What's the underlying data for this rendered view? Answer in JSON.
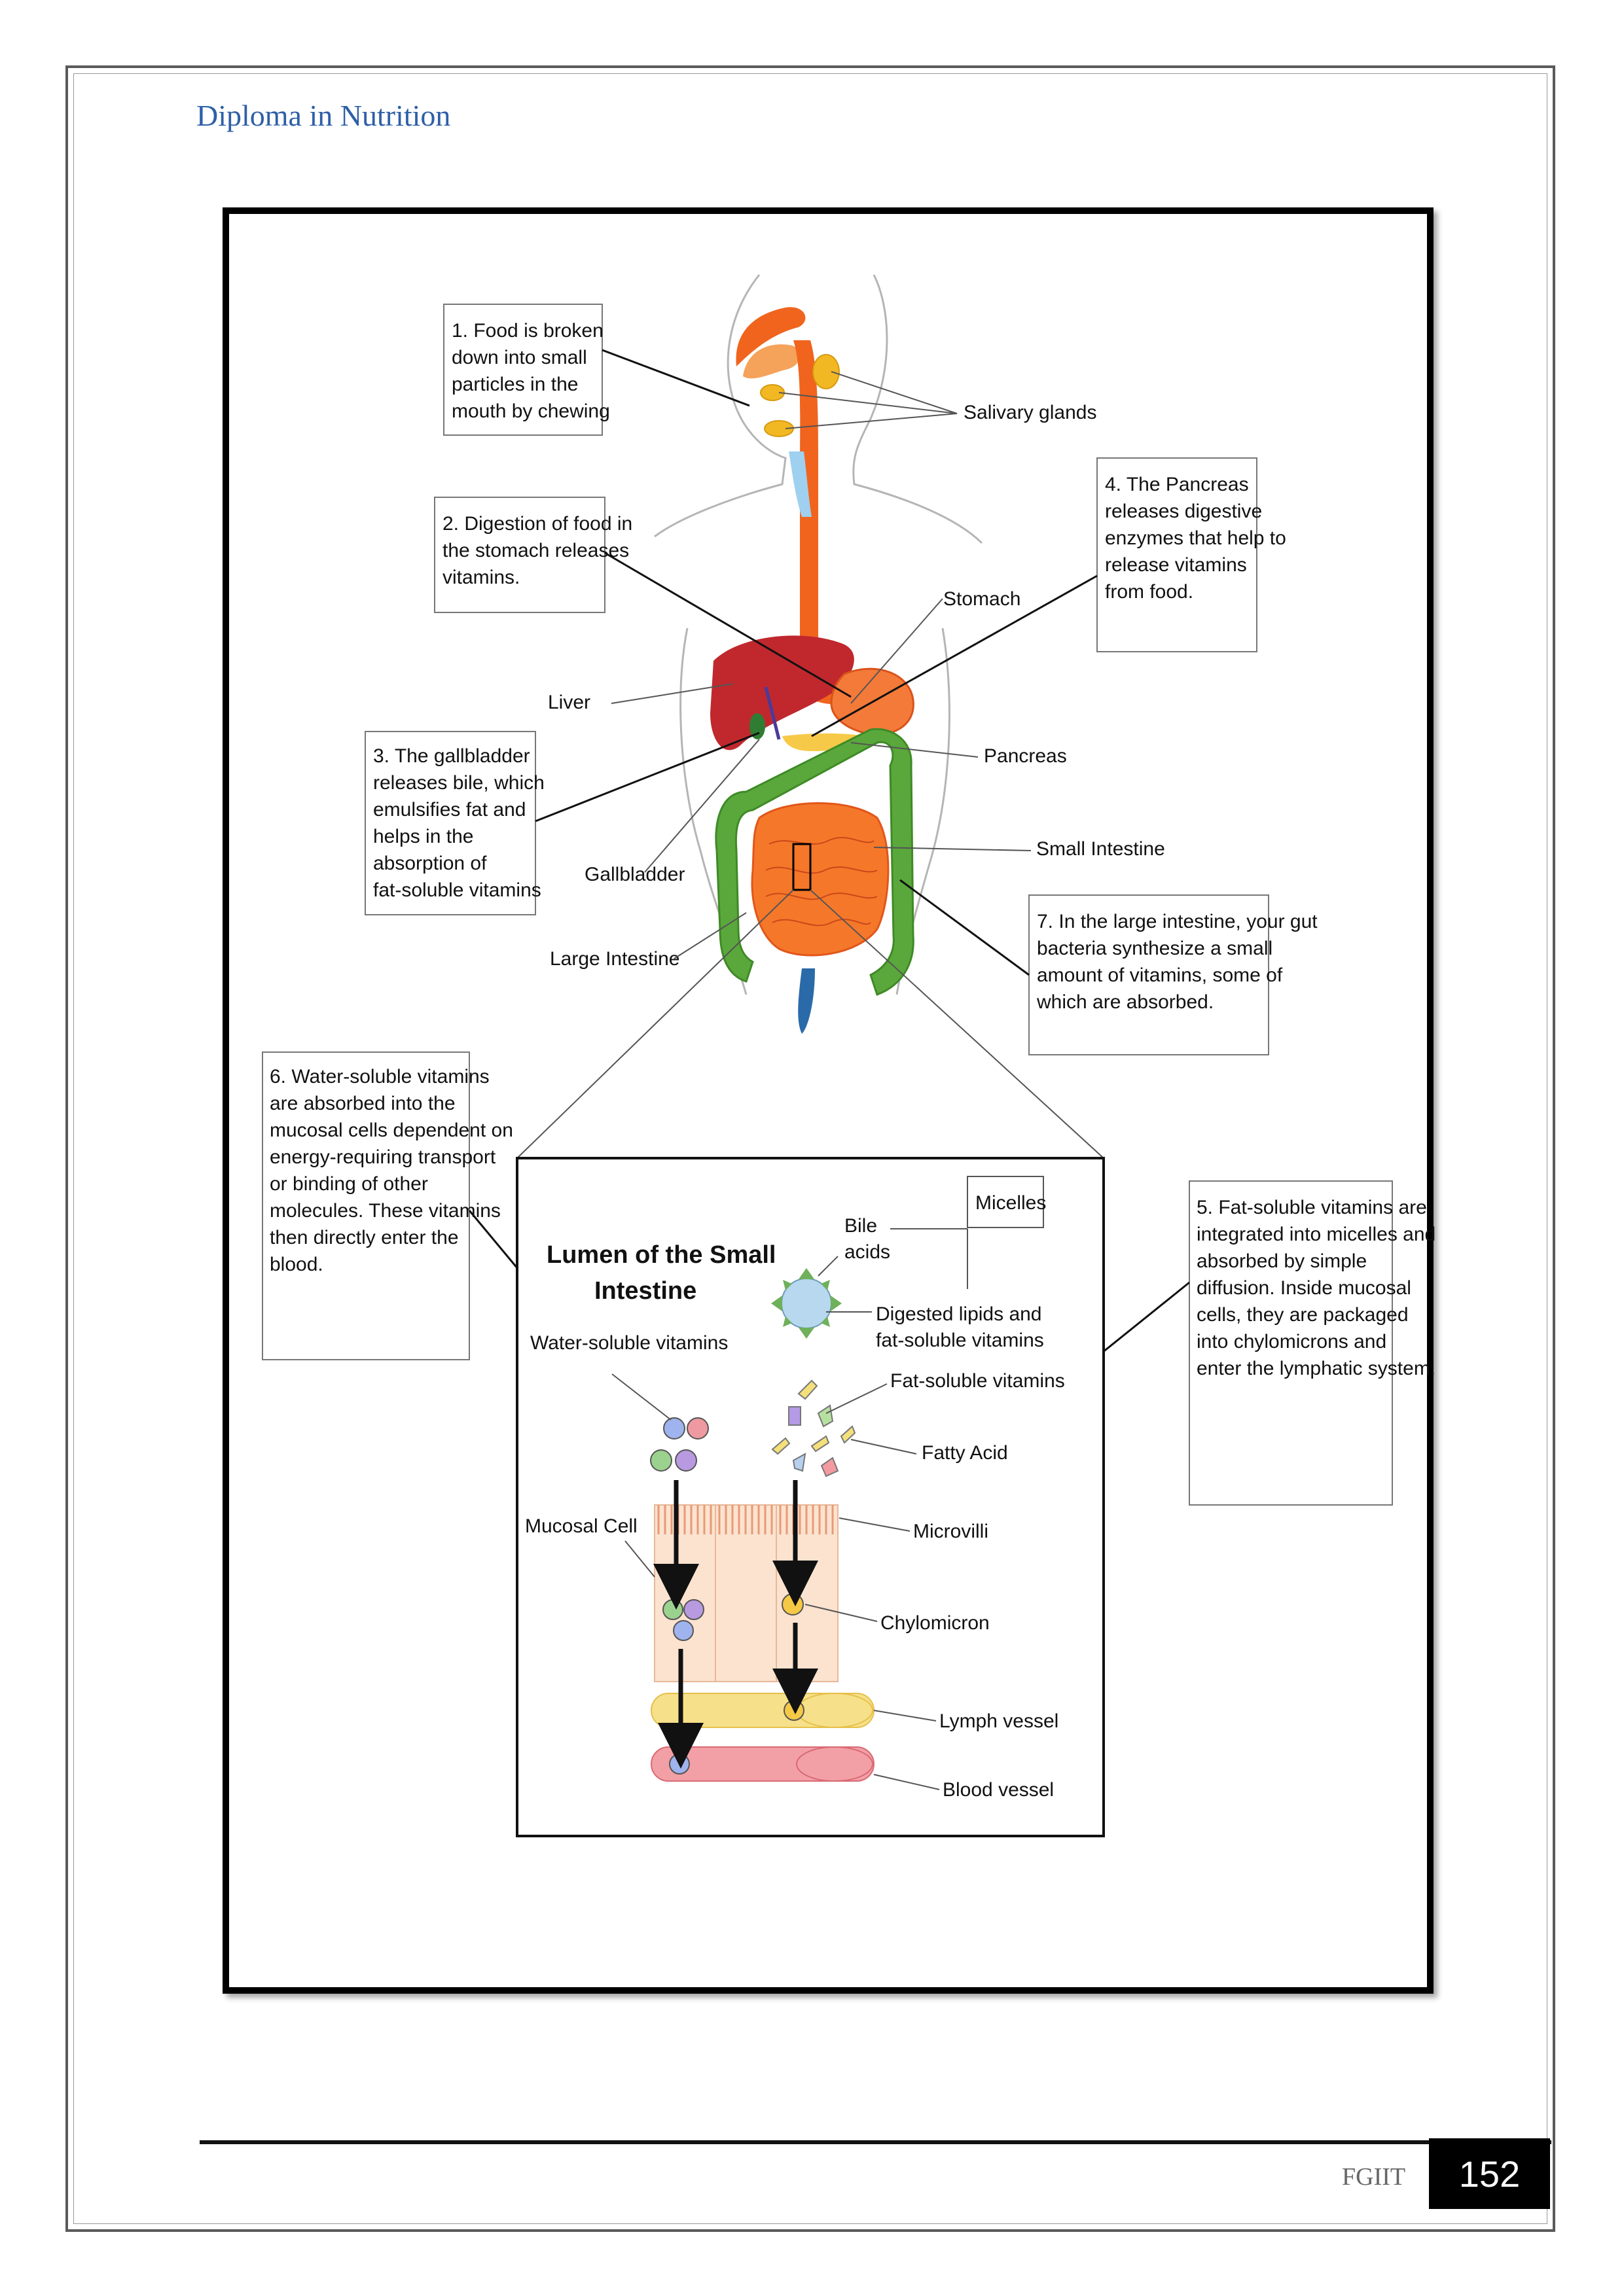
{
  "header": {
    "title": "Diploma in Nutrition"
  },
  "footer": {
    "org": "FGIIT",
    "page_number": "152"
  },
  "diagram": {
    "callouts": {
      "c1": [
        "1. Food is broken",
        "down into small",
        "particles in the",
        "mouth by chewing"
      ],
      "c2": [
        "2. Digestion of food in",
        "the stomach releases",
        "vitamins."
      ],
      "c3": [
        "3. The gallbladder",
        "releases bile, which",
        "emulsifies fat and",
        "helps in the",
        "absorption of",
        "fat-soluble vitamins"
      ],
      "c4": [
        "4. The Pancreas",
        "releases digestive",
        "enzymes that help to",
        "release vitamins",
        "from food."
      ],
      "c5": [
        "5. Fat-soluble vitamins are",
        "integrated into micelles and",
        "absorbed by simple",
        "diffusion.  Inside mucosal",
        "cells, they are packaged",
        "into chylomicrons and",
        "enter the lymphatic system."
      ],
      "c6": [
        "6. Water-soluble vitamins",
        "are absorbed into the",
        "mucosal cells dependent on",
        "energy-requiring transport",
        "or binding of other",
        "molecules. These vitamins",
        "then directly enter the",
        "blood."
      ],
      "c7": [
        "7. In the large intestine, your gut",
        "bacteria synthesize a small",
        "amount of vitamins, some of",
        "which are absorbed."
      ]
    },
    "organ_labels": {
      "salivary_glands": "Salivary glands",
      "stomach": "Stomach",
      "liver": "Liver",
      "pancreas": "Pancreas",
      "small_intestine": "Small Intestine",
      "gallbladder": "Gallbladder",
      "large_intestine": "Large Intestine"
    },
    "inset": {
      "title_line1": "Lumen of the Small",
      "title_line2": "Intestine",
      "micelles": "Micelles",
      "bile_line1": "Bile",
      "bile_line2": "acids",
      "digested_line1": "Digested lipids and",
      "digested_line2": "fat-soluble vitamins",
      "water_soluble": "Water-soluble vitamins",
      "fat_soluble": "Fat-soluble vitamins",
      "fatty_acid": "Fatty Acid",
      "mucosal_cell": "Mucosal Cell",
      "microvilli": "Microvilli",
      "chylomicron": "Chylomicron",
      "lymph_vessel": "Lymph vessel",
      "blood_vessel": "Blood vessel"
    }
  },
  "colors": {
    "header_blue": "#2e5fa8",
    "esophagus": "#f0641e",
    "liver": "#c0282d",
    "large_intestine": "#5aa83c",
    "small_intestine": "#f5782a",
    "gland": "#f2b824"
  }
}
